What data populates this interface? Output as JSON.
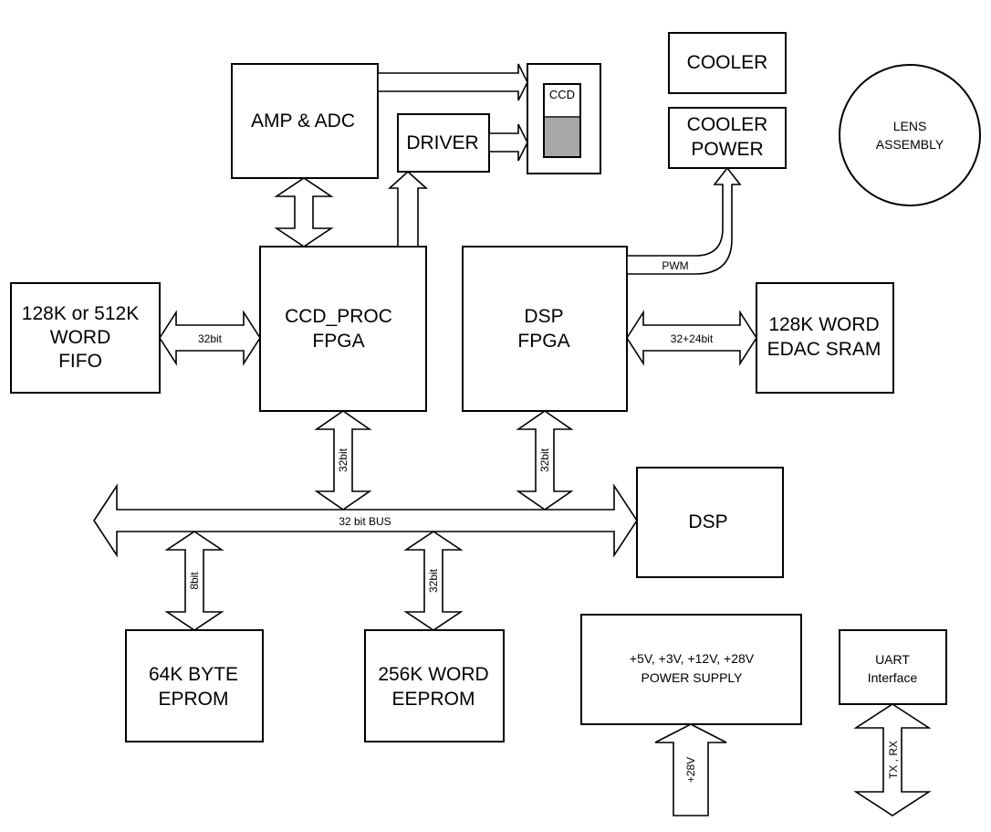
{
  "blocks": {
    "cooler": "COOLER",
    "cooler_power_1": "COOLER",
    "cooler_power_2": "POWER",
    "lens_1": "LENS",
    "lens_2": "ASSEMBLY",
    "amp_adc": "AMP & ADC",
    "ccd": "CCD",
    "driver": "DRIVER",
    "ccd_proc_1": "CCD_PROC",
    "ccd_proc_2": "FPGA",
    "dsp_fpga_1": "DSP",
    "dsp_fpga_2": "FPGA",
    "fifo_1": "128K or 512K",
    "fifo_2": "WORD",
    "fifo_3": "FIFO",
    "sram_1": "128K WORD",
    "sram_2": "EDAC SRAM",
    "dsp": "DSP",
    "eprom_1": "64K BYTE",
    "eprom_2": "EPROM",
    "eeprom_1": "256K WORD",
    "eeprom_2": "EEPROM",
    "power_1": "+5V, +3V, +12V, +28V",
    "power_2": "POWER SUPPLY",
    "uart_1": "UART",
    "uart_2": "Interface"
  },
  "links": {
    "pwm": "PWM",
    "fifo_bus": "32bit",
    "sram_bus": "32+24bit",
    "ccdproc_bus": "32bit",
    "dspfpga_bus": "32bit",
    "main_bus": "32 bit BUS",
    "eprom_bus": "8bit",
    "eeprom_bus": "32bit",
    "power_in": "+28V",
    "uart_io": "TX , RX"
  },
  "colors": {
    "line": "#000000",
    "fill": "#ffffff",
    "ccd_sensor": "#a8a8a8"
  }
}
